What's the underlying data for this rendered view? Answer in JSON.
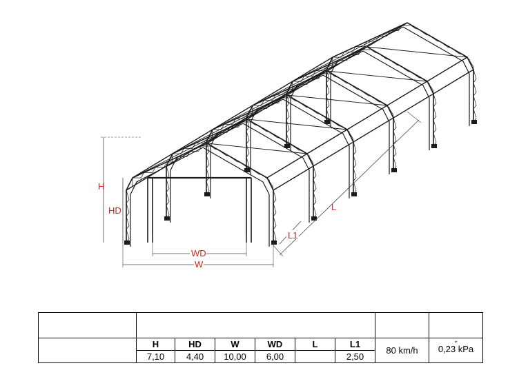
{
  "drawing": {
    "labels": {
      "height": "H",
      "door_height": "HD",
      "door_width": "WD",
      "width": "W",
      "length": "L",
      "bay_length": "L1"
    },
    "colors": {
      "frame": "#1a1a1a",
      "dimension": "#e0201b"
    }
  },
  "spec_table": {
    "headers": [
      "H",
      "HD",
      "W",
      "WD",
      "L",
      "L1"
    ],
    "values": [
      "7,10",
      "4,40",
      "10,00",
      "6,00",
      "",
      "2,50"
    ],
    "wind_load": "80 km/h",
    "snow_load": "0,23 kPa",
    "snow_icon": "snow-load-icon"
  }
}
